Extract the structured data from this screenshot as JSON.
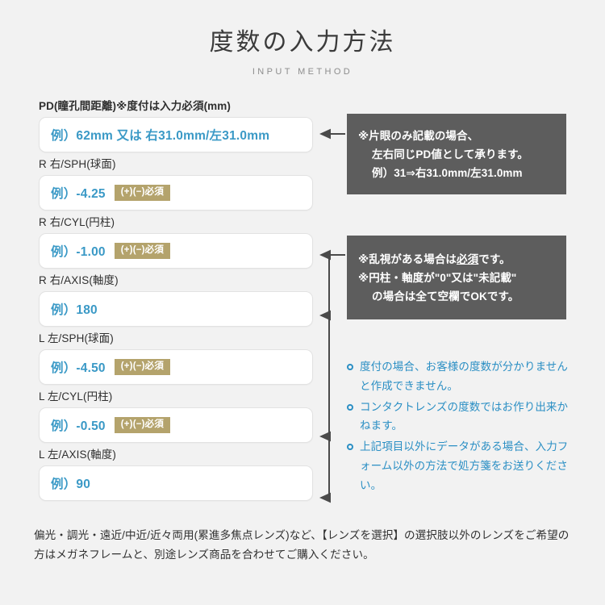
{
  "header": {
    "title": "度数の入力方法",
    "subtitle": "INPUT METHOD"
  },
  "colors": {
    "background": "#f2f2f2",
    "field_value_blue": "#3a99c6",
    "note_blue": "#2b8fc4",
    "badge_khaki": "#b4a36c",
    "callout_gray": "#5d5d5d",
    "field_border": "#e2e2e2",
    "connector_line": "#4a4a4a"
  },
  "fields": [
    {
      "id": "pd",
      "label": "PD(瞳孔間距離)※度付は入力必須(mm)",
      "value": "例）62mm 又は 右31.0mm/左31.0mm",
      "badge": null
    },
    {
      "id": "r-sph",
      "label": "R 右/SPH(球面)",
      "value": "例）-4.25",
      "badge": "(+)(−)必須"
    },
    {
      "id": "r-cyl",
      "label": "R 右/CYL(円柱)",
      "value": "例）-1.00",
      "badge": "(+)(−)必須"
    },
    {
      "id": "r-axis",
      "label": "R 右/AXIS(軸度)",
      "value": "例）180",
      "badge": null
    },
    {
      "id": "l-sph",
      "label": "L 左/SPH(球面)",
      "value": "例）-4.50",
      "badge": "(+)(−)必須"
    },
    {
      "id": "l-cyl",
      "label": "L 左/CYL(円柱)",
      "value": "例）-0.50",
      "badge": "(+)(−)必須"
    },
    {
      "id": "l-axis",
      "label": "L 左/AXIS(軸度)",
      "value": "例）90",
      "badge": null
    }
  ],
  "callouts": {
    "pd": {
      "line1": "※片眼のみ記載の場合、",
      "line2": "左右同じPD値として承ります。",
      "line3": "例）31⇒右31.0mm/左31.0mm"
    },
    "cyl": {
      "line1_pre": "※乱視がある場合は",
      "line1_underline": "必須",
      "line1_post": "です。",
      "line2": "※円柱・軸度が\"0\"又は\"未記載\"",
      "line3": "の場合は全て空欄でOKです。"
    }
  },
  "notes": [
    "度付の場合、お客様の度数が分かりませんと作成できません。",
    "コンタクトレンズの度数ではお作り出来かねます。",
    "上記項目以外にデータがある場合、入力フォーム以外の方法で処方箋をお送りください。"
  ],
  "footer": {
    "text": "偏光・調光・遠近/中近/近々両用(累進多焦点レンズ)など、【レンズを選択】の選択肢以外のレンズをご希望の方はメガネフレームと、別途レンズ商品を合わせてご購入ください。"
  }
}
